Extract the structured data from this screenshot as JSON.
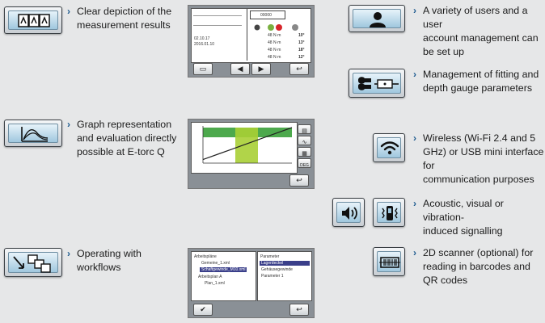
{
  "features": {
    "measurement": [
      "Clear depiction of the",
      "measurement results"
    ],
    "graph": [
      "Graph representation",
      "and evaluation directly",
      "possible at E-torc Q"
    ],
    "workflows": [
      "Operating with",
      "workflows"
    ],
    "users": [
      "A variety of users and a user",
      "account management can",
      "be set up"
    ],
    "fitting": [
      "Management of fitting and",
      "depth gauge parameters"
    ],
    "wireless": [
      "Wireless (Wi-Fi 2.4 and 5",
      "GHz) or USB mini interface for",
      "communication purposes"
    ],
    "signalling": [
      "Acoustic, visual or vibration-",
      "induced signalling"
    ],
    "scanner": [
      "2D scanner (optional) for",
      "reading in barcodes and",
      "QR codes"
    ]
  },
  "screen1": {
    "header_label": "00000",
    "date1": "02.10.17",
    "date2": "2016.01.10",
    "values": [
      "10°",
      "13°",
      "18°",
      "12°"
    ],
    "nm_labels": [
      "48 N·m",
      "48 N·m",
      "48 N·m",
      "48 N·m"
    ]
  },
  "screen2": {
    "graph_points": [
      [
        0,
        0.1
      ],
      [
        1,
        0.25
      ],
      [
        2,
        0.4
      ],
      [
        3,
        0.55
      ],
      [
        4,
        0.7
      ],
      [
        5,
        0.85
      ],
      [
        6,
        1.0
      ]
    ],
    "menu_label": "DEG"
  },
  "screen3": {
    "tree_root": "Arbeitspläne",
    "tree_items": [
      "Gemeine_1.xml",
      "Schaftgewinde_M10.xml",
      "Arbeitsplan A",
      "Plan_1.xml"
    ],
    "param_title": "Parameter",
    "param_items": [
      "Lagerdeckel",
      "Gehäusegewinde",
      "Parameter 1"
    ]
  },
  "colors": {
    "accent": "#1d5a8f",
    "icon_bg": "#9fc7de",
    "selection": "#3a3f8a",
    "zone_green": "#2e9a2e",
    "zone_lime": "#a8cf35"
  }
}
